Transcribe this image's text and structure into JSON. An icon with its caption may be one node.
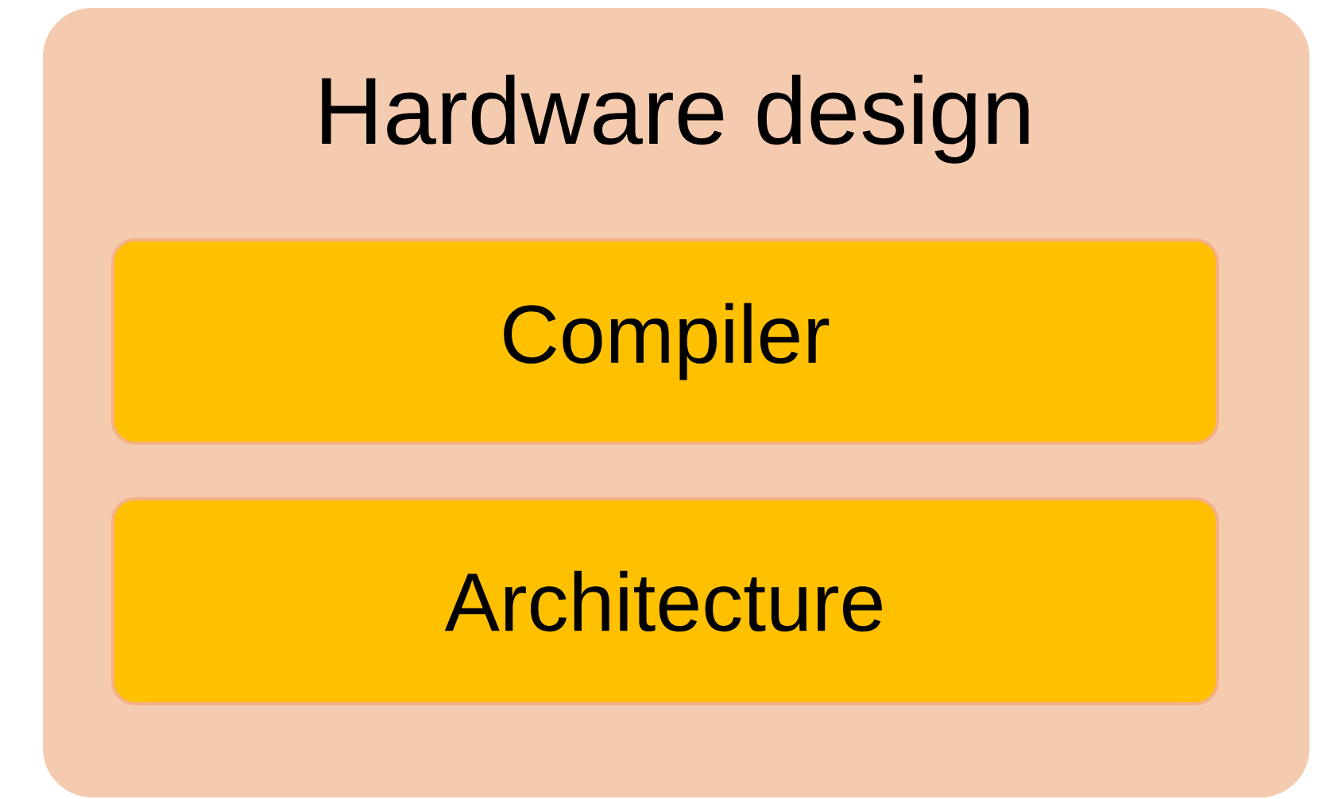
{
  "diagram": {
    "nodes": [
      {
        "text": [
          "Hardware design"
        ]
      },
      {
        "text": [
          "Compiler"
        ],
        "in": 0
      },
      {
        "text": [
          "Architecture"
        ],
        "in": 0
      }
    ]
  }
}
